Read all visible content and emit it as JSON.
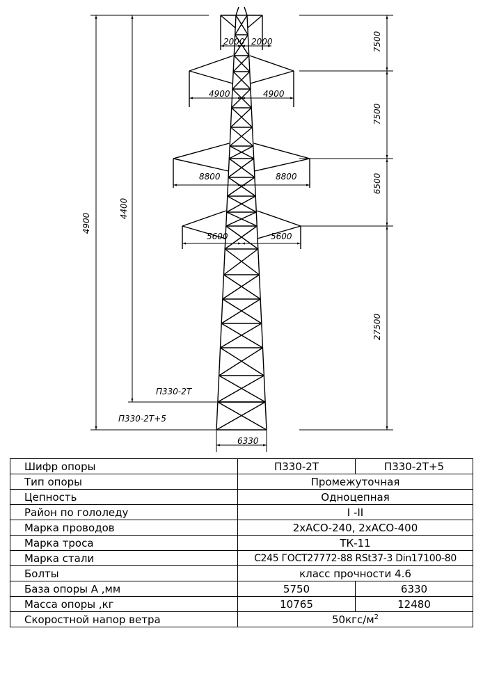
{
  "drawing": {
    "dims": {
      "top_left": "2000",
      "top_right": "2000",
      "arm2_left": "4900",
      "arm2_right": "4900",
      "arm3_left": "8800",
      "arm3_right": "8800",
      "arm4_left": "5600",
      "arm4_right": "5600",
      "base_width": "6330",
      "right_1": "7500",
      "right_2": "7500",
      "right_3": "6500",
      "right_4": "27500",
      "left_outer": "4900",
      "left_inner": "4400"
    },
    "level_labels": {
      "short": "П330-2Т",
      "tall": "П330-2Т+5"
    }
  },
  "table": {
    "rows": [
      {
        "label": "Шифр опоры",
        "values": [
          "П330-2Т",
          "П330-2Т+5"
        ]
      },
      {
        "label": "Тип опоры",
        "value": "Промежуточная"
      },
      {
        "label": "Цепность",
        "value": "Одноцепная"
      },
      {
        "label": "Район по гололеду",
        "value": "I -II"
      },
      {
        "label": "Марка проводов",
        "value": "2хАСО-240, 2хАСО-400"
      },
      {
        "label": "Марка троса",
        "value": "ТК-11"
      },
      {
        "label": "Марка стали",
        "value": "С245 ГОСТ27772-88 RSt37-3 Din17100-80"
      },
      {
        "label": "Болты",
        "value": "класс прочности 4.6"
      },
      {
        "label": "База опоры А ,мм",
        "values": [
          "5750",
          "6330"
        ]
      },
      {
        "label": "Масса опоры ,кг",
        "values": [
          "10765",
          "12480"
        ]
      },
      {
        "label": "Скоростной напор ветра",
        "value_main": "50кгс/м",
        "value_sup": "2"
      }
    ]
  }
}
